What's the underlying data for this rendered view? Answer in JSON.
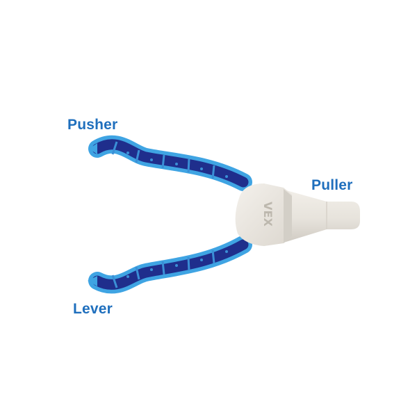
{
  "labels": {
    "pusher": "Pusher",
    "puller": "Puller",
    "lever": "Lever"
  },
  "brand_mark": "VEX",
  "colors": {
    "label_text": "#1f6fbd",
    "arm_outer": "#3fa4e3",
    "arm_inner": "#1f2e8c",
    "arm_rib": "#3a8fd6",
    "hub_body": "#ece8e1",
    "hub_shadow": "#d3cfc7",
    "hub_text": "#bdb8ae"
  }
}
